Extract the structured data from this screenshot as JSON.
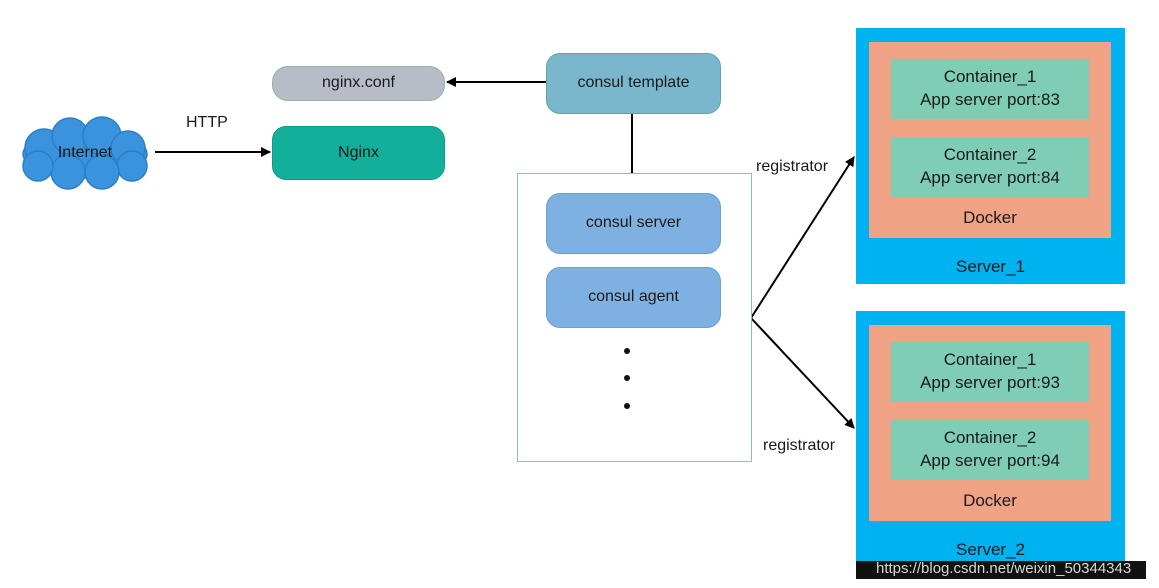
{
  "labels": {
    "internet": "Internet",
    "http": "HTTP",
    "nginx_conf": "nginx.conf",
    "nginx": "Nginx",
    "consul_template": "consul template",
    "consul_server": "consul server",
    "consul_agent": "consul agent",
    "registrator_1": "registrator",
    "registrator_2": "registrator"
  },
  "servers": [
    {
      "name": "Server_1",
      "docker": "Docker",
      "containers": [
        {
          "name": "Container_1",
          "port": "App server port:83"
        },
        {
          "name": "Container_2",
          "port": "App server port:84"
        }
      ]
    },
    {
      "name": "Server_2",
      "docker": "Docker",
      "containers": [
        {
          "name": "Container_1",
          "port": "App server port:93"
        },
        {
          "name": "Container_2",
          "port": "App server port:94"
        }
      ]
    }
  ],
  "watermark": "https://blog.csdn.net/weixin_50344343",
  "colors": {
    "internet_cloud": "#3a93dc",
    "nginx": "#12b09b",
    "nginx_conf": "#b7bcc6",
    "consul_template": "#7bb7cc",
    "consul_nodes": "#7fb0e2",
    "server": "#00b2ef",
    "docker": "#f0a384",
    "container": "#7fcdb5"
  }
}
